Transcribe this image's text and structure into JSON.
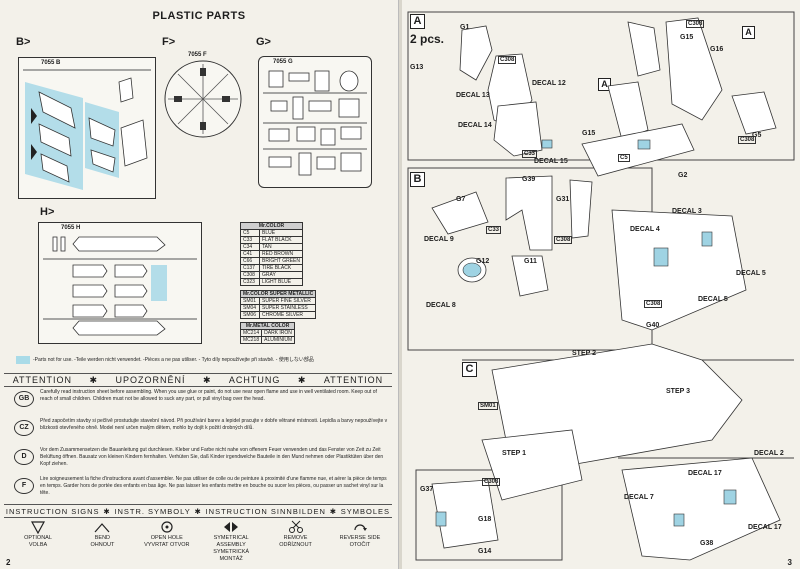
{
  "left_page": {
    "title": "PLASTIC PARTS",
    "frames": {
      "b": {
        "label": "B>",
        "code": "7055 B"
      },
      "f": {
        "label": "F>",
        "code": "7055 F"
      },
      "g": {
        "label": "G>",
        "code": "7055 G"
      },
      "h": {
        "label": "H>",
        "code": "7055 H"
      }
    },
    "mr_color": {
      "header": "Mr.COLOR",
      "rows": [
        {
          "code": "C5",
          "name": "BLUE"
        },
        {
          "code": "C33",
          "name": "FLAT BLACK"
        },
        {
          "code": "C34",
          "name": "TAN"
        },
        {
          "code": "C41",
          "name": "RED BROWN"
        },
        {
          "code": "C66",
          "name": "BRIGHT GREEN"
        },
        {
          "code": "C137",
          "name": "TIRE BLACK"
        },
        {
          "code": "C308",
          "name": "GRAY"
        },
        {
          "code": "C323",
          "name": "LIGHT BLUE"
        }
      ]
    },
    "mr_super_metallic": {
      "header": "Mr.COLOR SUPER METALLIC",
      "rows": [
        {
          "code": "SM01",
          "name": "SUPER FINE SILVER"
        },
        {
          "code": "SM04",
          "name": "SUPER STAINLESS"
        },
        {
          "code": "SM06",
          "name": "CHROME SILVER"
        }
      ]
    },
    "mr_metal": {
      "header": "Mr.METAL COLOR",
      "rows": [
        {
          "code": "MC214",
          "name": "DARK IRON"
        },
        {
          "code": "MC218",
          "name": "ALUMINIUM"
        }
      ]
    },
    "legend": "-Parts not for use. -Teile werden nicht verwendet. -Pièces a ne pas utiliser. - Tyto díly nepoužívejte při stavbě. - 使用しない部品",
    "attention_band": [
      "ATTENTION",
      "✱",
      "UPOZORNĚNÍ",
      "✱",
      "ACHTUNG",
      "✱",
      "ATTENTION"
    ],
    "warnings": [
      {
        "code": "GB",
        "text": "Carefully read instruction sheet before assembling. When you use glue or paint, do not use near open flame and use in well ventilated room. Keep out of reach of small children. Children must not be allowed to suck any part, or pull vinyl bag over the head."
      },
      {
        "code": "CZ",
        "text": "Před započetím stavby si pečlivě prostudujte stavební návod. Při používání barev a lepidel pracujte v dobře větrané místnosti. Lepidla a barvy nepoužívejte v blízkosti otevřeného ohně. Model není určen malým dětem, mohlo by dojít k požití drobných dílů."
      },
      {
        "code": "D",
        "text": "Vor dem Zusammensetzen die Bauanleitung gut durchlesen. Kleber und Farbe nicht nahe von offenem Feuer verwenden und das Fenster von Zeit zu Zeit Belüftung öffnen. Bausatz von kleinen Kindern fernhalten. Verhüten Sie, daß Kinder irgendwelche Bauteile in den Mund nehmen oder Plastiktüten über den Kopf ziehen."
      },
      {
        "code": "F",
        "text": "Lire soigneusement la fiche d'instructions avant d'assembler. Ne pas utiliser de colle ou de peinture à proximité d'une flamme nue, et aérer la pièce de temps en temps. Garder hors de portée des enfants en bas âge. Ne pas laisser les enfants mettre en bouche ou sucer les pièces, ou passer un sachet vinyl sur la tête."
      }
    ],
    "signs_band": [
      "INSTRUCTION SIGNS",
      "✱",
      "INSTR. SYMBOLY",
      "✱",
      "INSTRUCTION SINNBILDEN",
      "✱",
      "SYMBOLES"
    ],
    "signs": [
      {
        "en": "OPTIONAL",
        "cz": "VOLBA"
      },
      {
        "en": "BEND",
        "cz": "OHNOUT"
      },
      {
        "en": "OPEN HOLE",
        "cz": "VYVRTAT OTVOR"
      },
      {
        "en": "SYMETRICAL ASSEMBLY",
        "cz": "SYMETRICKÁ MONTÁŽ"
      },
      {
        "en": "REMOVE",
        "cz": "ODŘÍZNOUT"
      },
      {
        "en": "REVERSE SIDE",
        "cz": "OTOČIT"
      }
    ],
    "page_number": "2"
  },
  "right_page": {
    "section_a": "A",
    "pcs": "2 pcs.",
    "section_b": "B",
    "section_c": "C",
    "labels": {
      "g1": "G1",
      "g13": "G13",
      "decal12": "DECAL 12",
      "decal13": "DECAL 13",
      "decal14": "DECAL 14",
      "decal15": "DECAL 15",
      "g15a": "G15",
      "g16": "G16",
      "g15b": "G15",
      "g5": "G5",
      "g2": "G2",
      "g31": "G31",
      "g39": "G39",
      "g7": "G7",
      "decal9": "DECAL 9",
      "g12": "G12",
      "g11": "G11",
      "decal8": "DECAL 8",
      "decal3": "DECAL 3",
      "decal4": "DECAL 4",
      "decal5a": "DECAL 5",
      "decal5b": "DECAL 5",
      "g40": "G40",
      "step2": "STEP 2",
      "step3": "STEP 3",
      "step1": "STEP 1",
      "g37": "G37",
      "g18": "G18",
      "g14": "G14",
      "decal2": "DECAL 2",
      "decal7": "DECAL 7",
      "decal17a": "DECAL 17",
      "decal17b": "DECAL 17",
      "g38": "G38"
    },
    "paint_codes": {
      "p1": "C308",
      "p2": "C33",
      "p3": "C5",
      "p4": "C308",
      "p5": "C308",
      "p6": "C33",
      "p7": "C308",
      "p8": "C308",
      "p9": "SM01",
      "p10": "C308"
    },
    "page_number": "3"
  }
}
